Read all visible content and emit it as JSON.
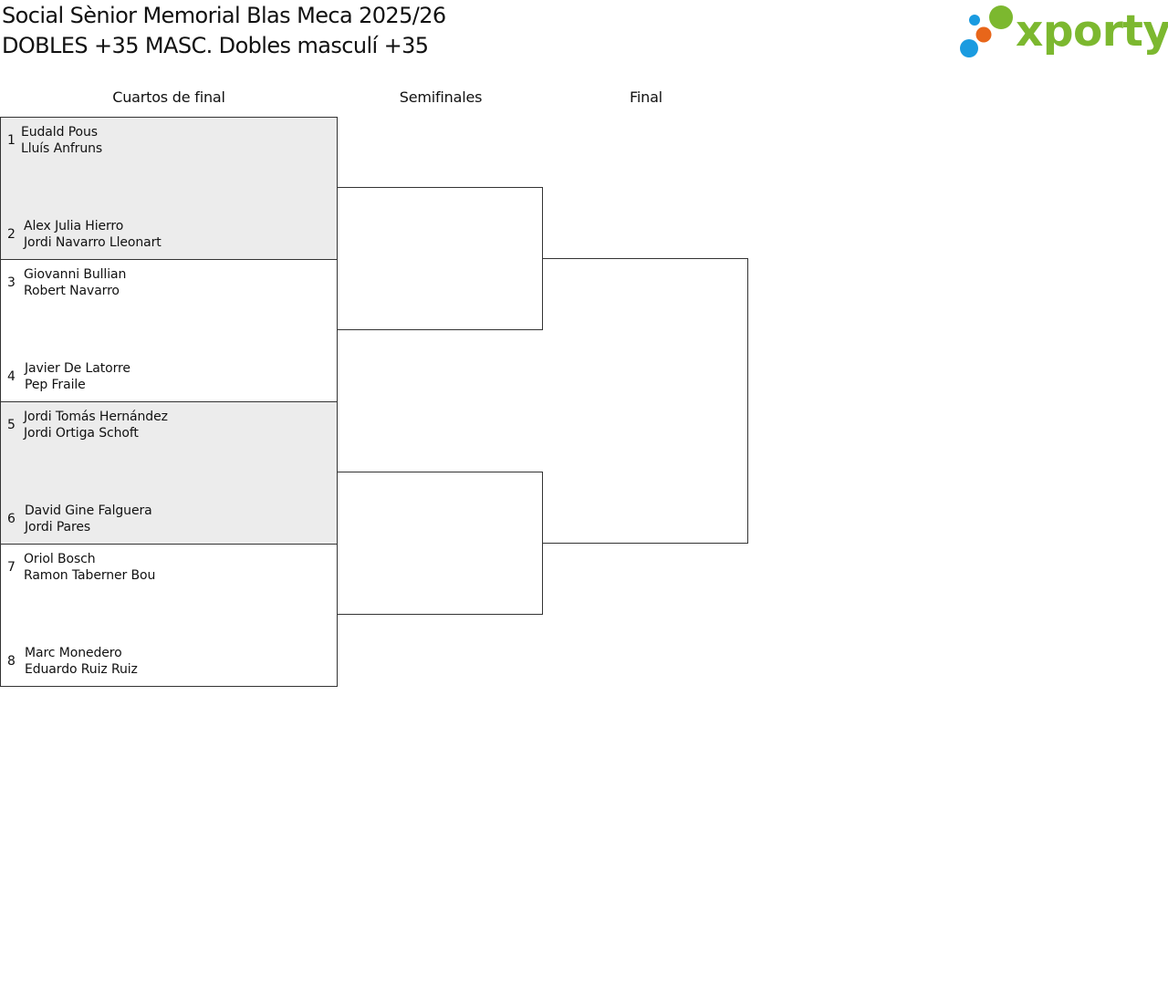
{
  "header": {
    "title_line1": "Social Sènior Memorial Blas Meca 2025/26",
    "title_line2": "DOBLES +35 MASC. Dobles masculí +35",
    "logo_text": "xporty",
    "logo_colors": {
      "green": "#7cb82f",
      "blue": "#1a9be0",
      "orange": "#e8661a"
    }
  },
  "rounds": {
    "quarterfinals": "Cuartos de final",
    "semifinals": "Semifinales",
    "final": "Final"
  },
  "entries": [
    {
      "seed": "1",
      "player1": "Eudald Pous",
      "player2": "Lluís Anfruns"
    },
    {
      "seed": "2",
      "player1": "Alex Julia Hierro",
      "player2": "Jordi Navarro Lleonart"
    },
    {
      "seed": "3",
      "player1": "Giovanni Bullian",
      "player2": "Robert Navarro"
    },
    {
      "seed": "4",
      "player1": "Javier De Latorre",
      "player2": "Pep Fraile"
    },
    {
      "seed": "5",
      "player1": "Jordi Tomás Hernández",
      "player2": "Jordi Ortiga Schoft"
    },
    {
      "seed": "6",
      "player1": "David Gine Falguera",
      "player2": "Jordi Pares"
    },
    {
      "seed": "7",
      "player1": "Oriol Bosch",
      "player2": "Ramon Taberner Bou"
    },
    {
      "seed": "8",
      "player1": "Marc Monedero",
      "player2": "Eduardo Ruiz Ruiz"
    }
  ]
}
